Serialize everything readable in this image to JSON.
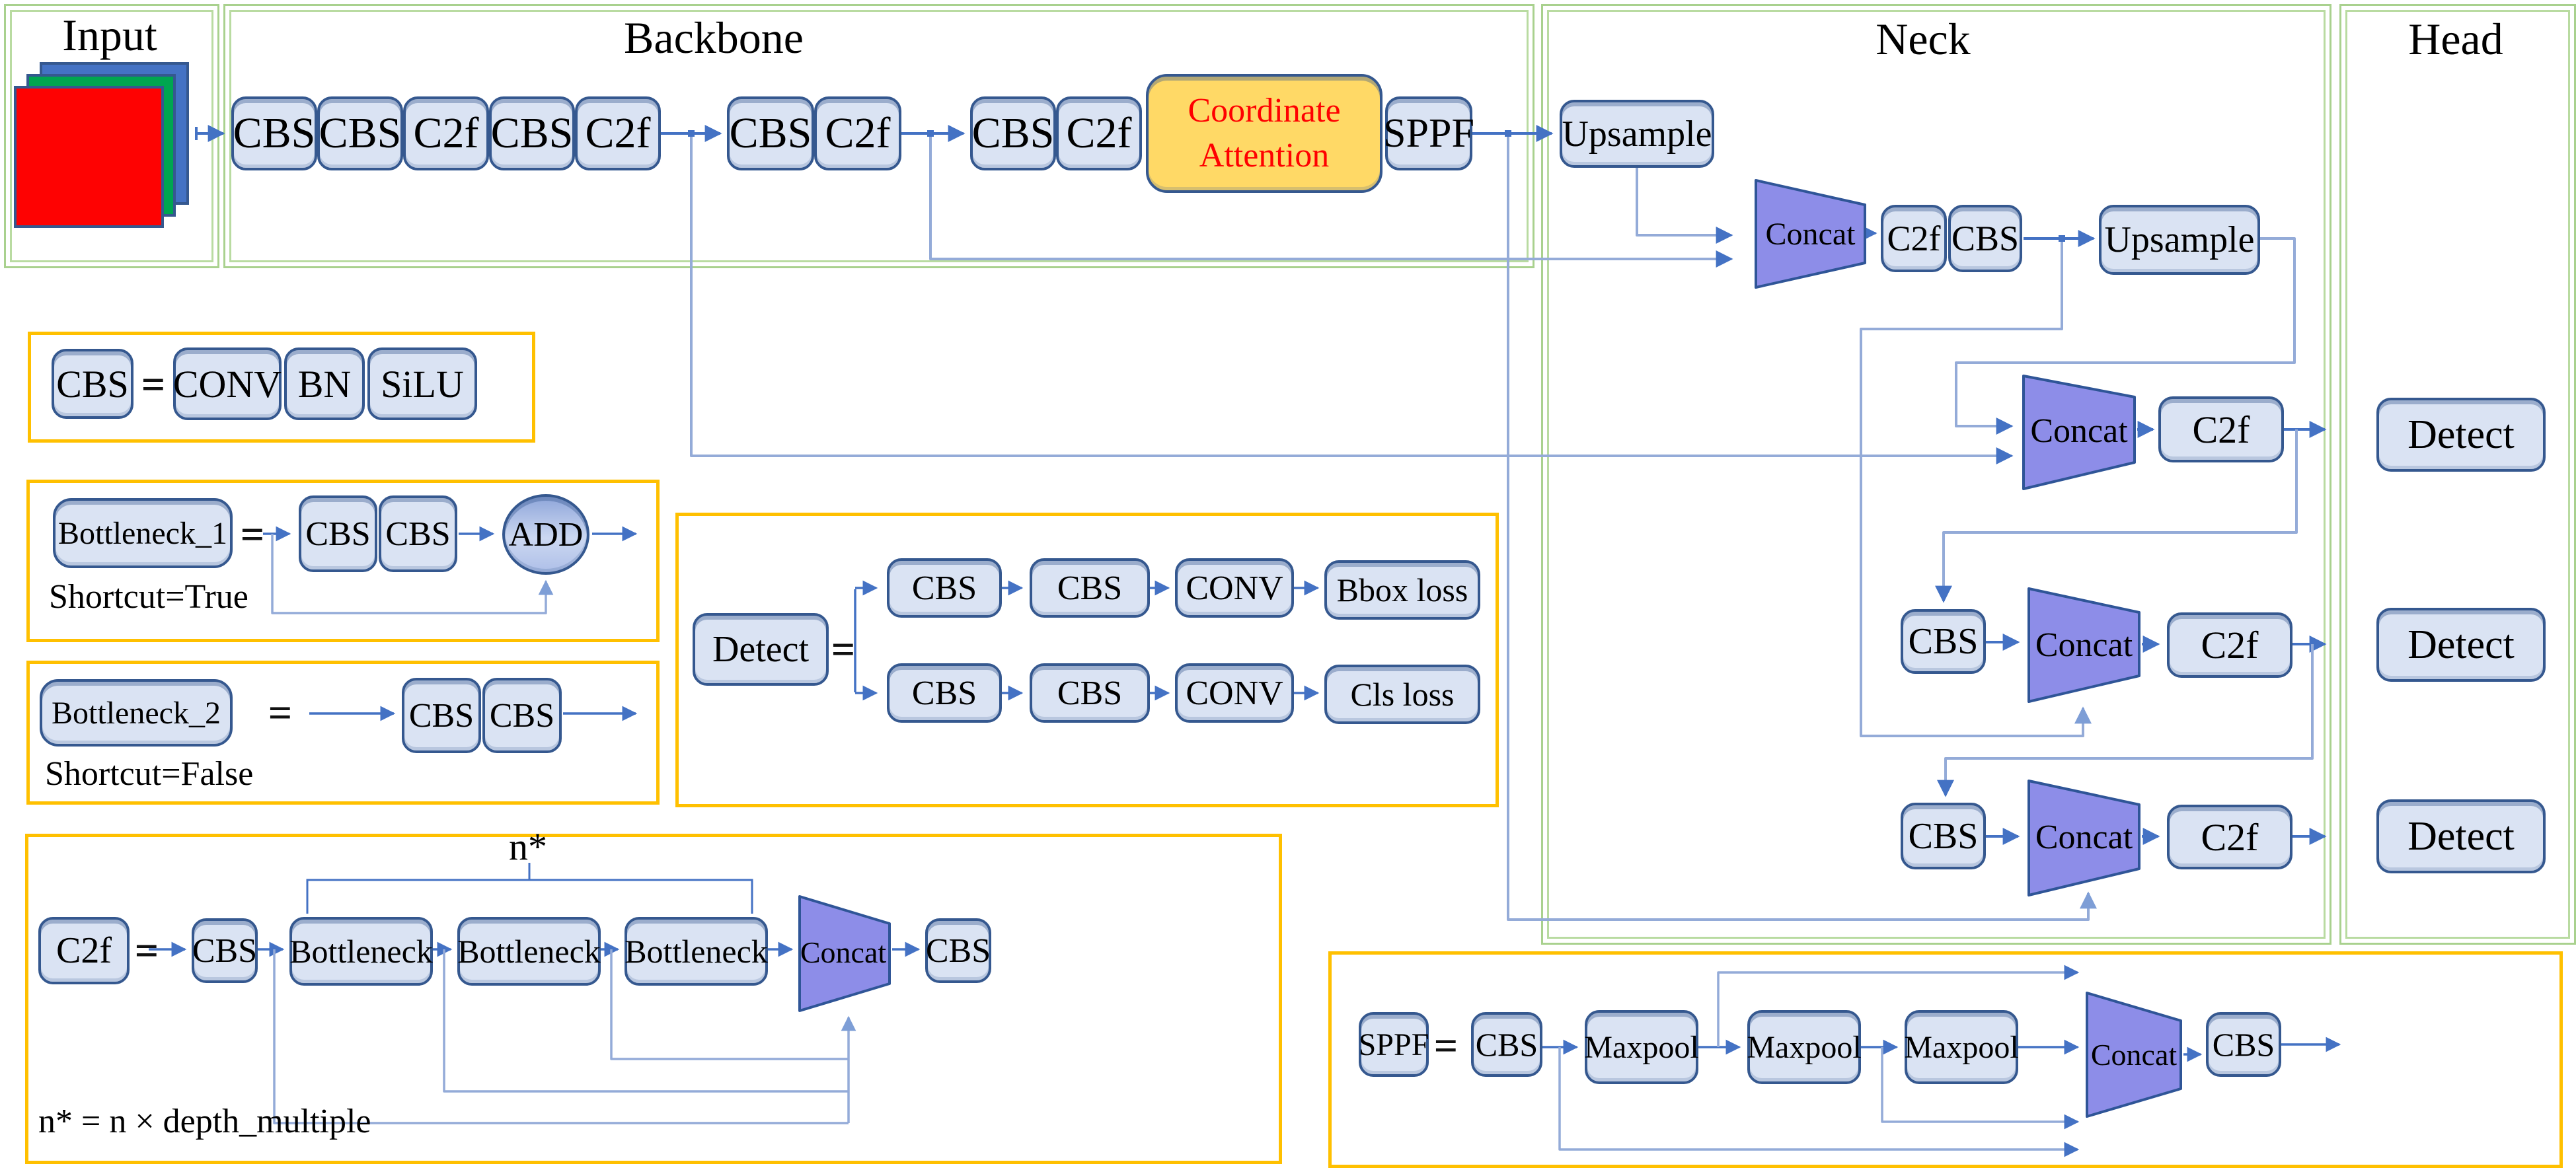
{
  "titles": {
    "input": "Input",
    "backbone": "Backbone",
    "neck": "Neck",
    "head": "Head"
  },
  "ops": {
    "cbs": "CBS",
    "c2f": "C2f",
    "conv": "CONV",
    "bn": "BN",
    "silu": "SiLU",
    "upsample": "Upsample",
    "concat": "Concat",
    "sppf": "SPPF",
    "maxpool": "Maxpool",
    "detect": "Detect",
    "add": "ADD",
    "bottleneck": "Bottleneck",
    "bottleneck_1": "Bottleneck_1",
    "bottleneck_2": "Bottleneck_2",
    "bbox_loss": "Bbox loss",
    "cls_loss": "Cls loss",
    "coordinate_attention": "Coordinate Attention"
  },
  "annotations": {
    "equals": "=",
    "shortcut_true": "Shortcut=True",
    "shortcut_false": "Shortcut=False",
    "n_star": "n*",
    "n_formula": "n* = n × depth_multiple"
  },
  "colors": {
    "node_fill": "#dae3f3",
    "node_border": "#35588f",
    "concat_fill": "#8d8de8",
    "ca_fill": "#ffd966",
    "ca_text": "#ff0000",
    "panel_border": "#a9d18e",
    "legend_border": "#ffc000",
    "arrow_dark": "#4472c4",
    "arrow_light": "#94abd8",
    "input_red": "#fe0202",
    "input_green": "#00a650",
    "input_blue": "#4472c4"
  }
}
